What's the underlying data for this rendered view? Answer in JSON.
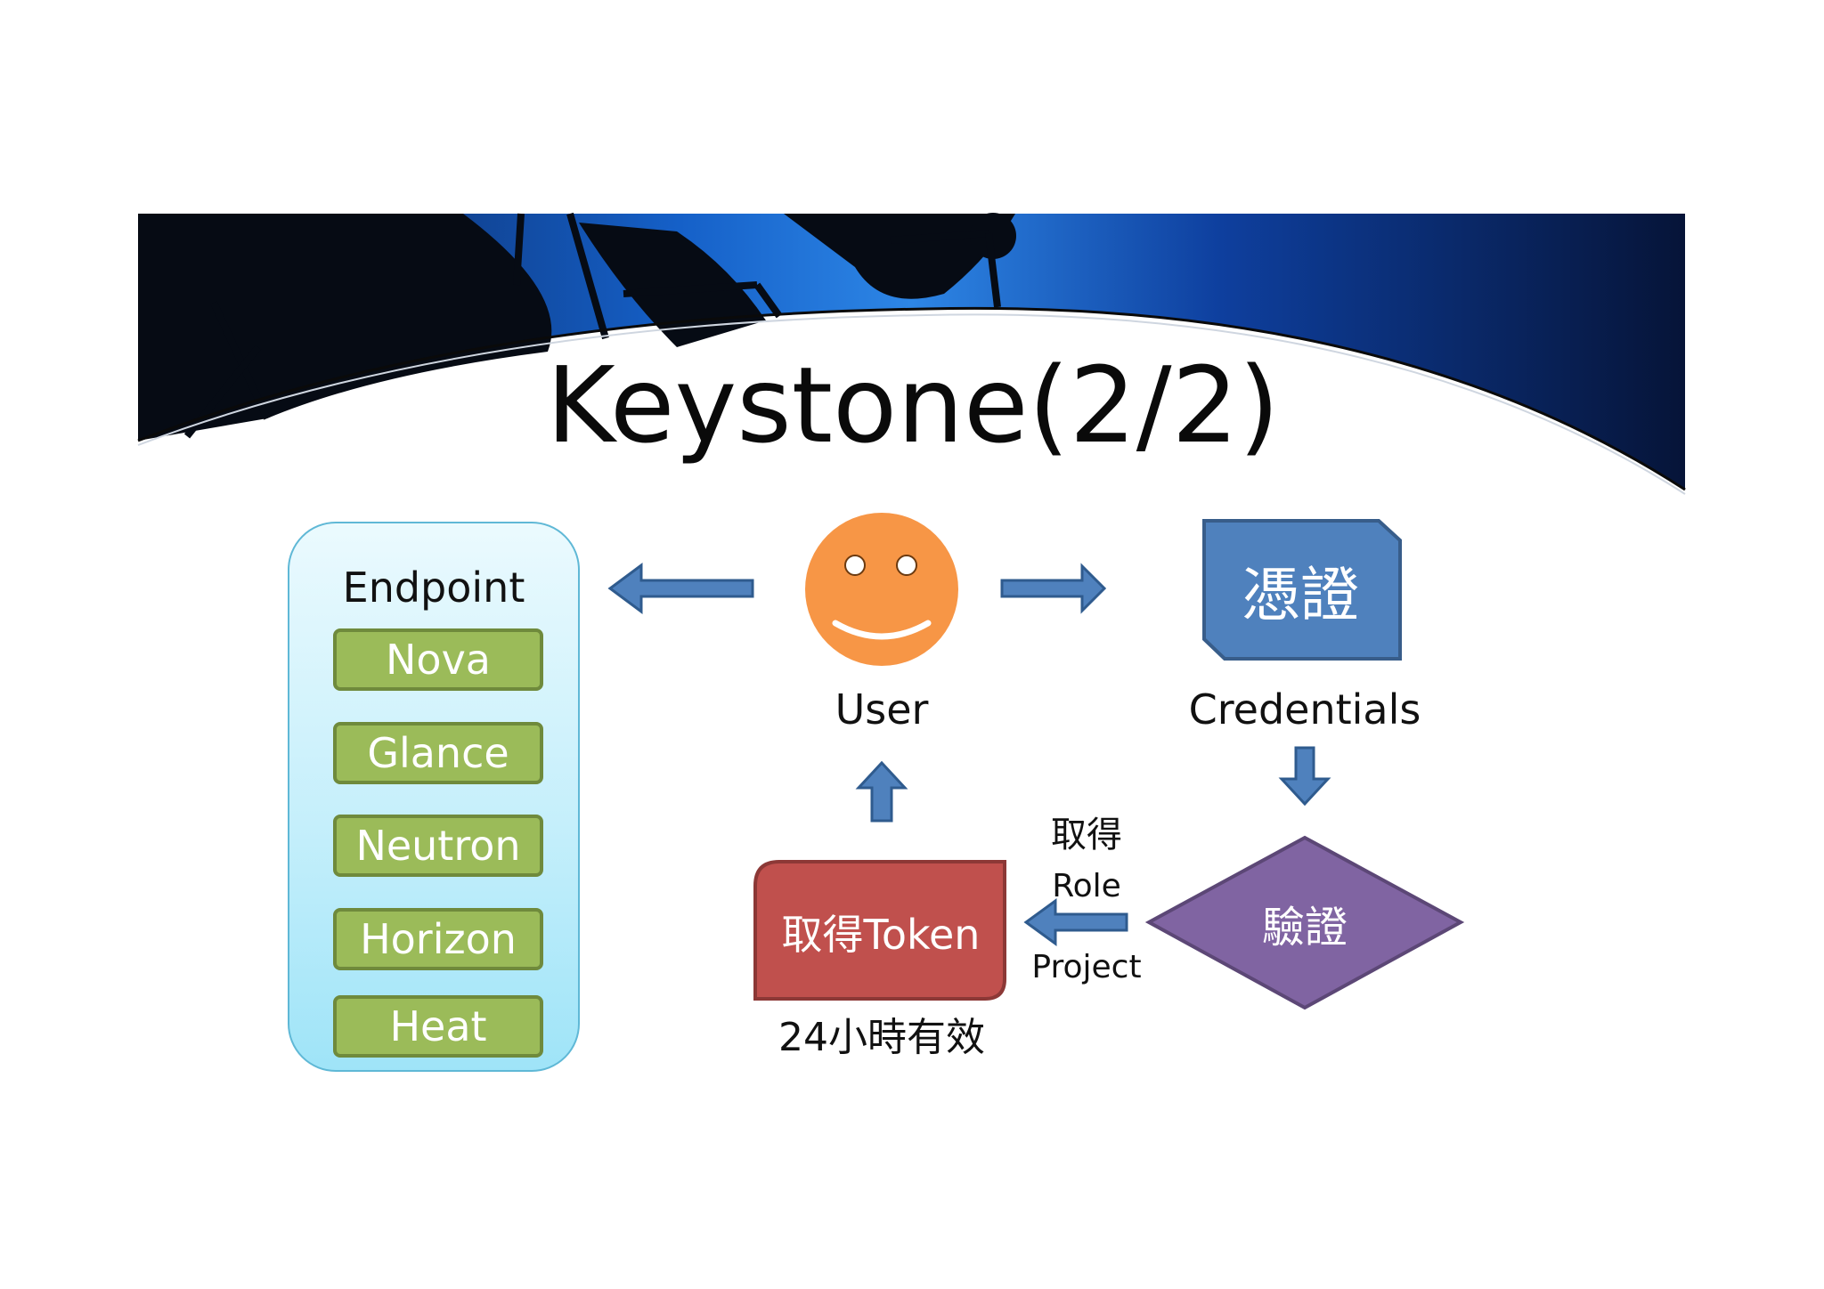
{
  "title": "Keystone(2/2)",
  "endpoint": {
    "label": "Endpoint",
    "services": [
      "Nova",
      "Glance",
      "Neutron",
      "Horizon",
      "Heat"
    ]
  },
  "user": {
    "label": "User"
  },
  "credentials": {
    "box_text": "憑證",
    "label": "Credentials"
  },
  "verify": {
    "label": "驗證"
  },
  "token": {
    "label": "取得Token",
    "validity": "24小時有效"
  },
  "result": {
    "get": "取得",
    "role": "Role",
    "project": "Project"
  },
  "colors": {
    "service_fill": "#9bbb59",
    "credentials_fill": "#4f81bd",
    "verify_fill": "#8064a2",
    "token_fill": "#c0504d",
    "user_face": "#f79646",
    "arrow_fill": "#4f81bd"
  }
}
